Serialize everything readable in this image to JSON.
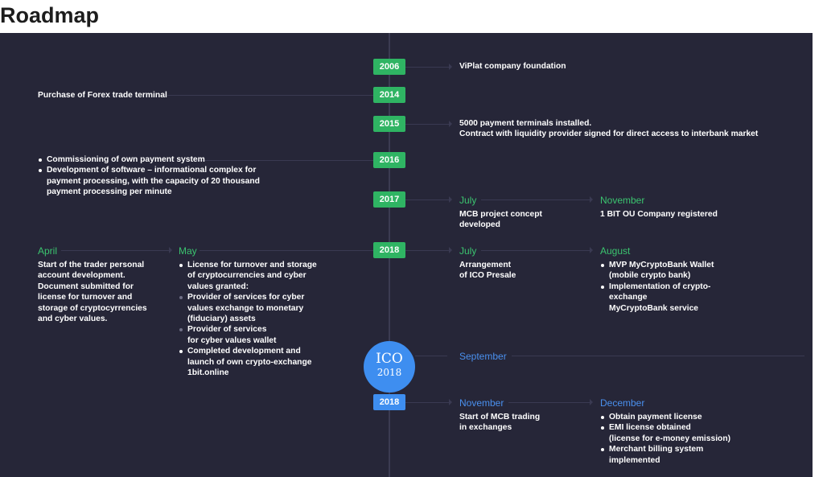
{
  "page_title": "Roadmap",
  "colors": {
    "panel": "#262638",
    "green": "#2fb463",
    "blue": "#3e8ef0"
  },
  "timeline": {
    "y2006": {
      "year": "2006",
      "right": "ViPlat company foundation"
    },
    "y2014": {
      "year": "2014",
      "left": "Purchase of Forex trade terminal"
    },
    "y2015": {
      "year": "2015",
      "right": [
        "5000 payment terminals installed.",
        "Contract with liquidity provider signed for direct access to interbank market"
      ]
    },
    "y2016": {
      "year": "2016",
      "left_items": [
        [
          "Commissioning of own payment system"
        ],
        [
          "Development of software – informational complex for",
          "payment processing, with the capacity of 20 thousand",
          "payment processing per minute"
        ]
      ]
    },
    "y2017": {
      "year": "2017",
      "july": {
        "month": "July",
        "lines": [
          "MCB project concept",
          "developed"
        ]
      },
      "november": {
        "month": "November",
        "lines": [
          "1 BIT OU Company registered"
        ]
      }
    },
    "y2018a": {
      "year": "2018",
      "april": {
        "month": "April",
        "lines": [
          "Start of the trader personal",
          "account development.",
          "Document submitted for",
          "license for turnover and",
          "storage of cryptocyrrencies",
          "and cyber values."
        ]
      },
      "may": {
        "month": "May",
        "items": [
          [
            "License for turnover and storage",
            "of cryptocurrencies and cyber",
            "values granted:"
          ],
          [
            "Provider of services for cyber",
            "values exchange to monetary",
            "(fiduciary) assets"
          ],
          [
            "Provider of services",
            "for cyber values wallet"
          ],
          [
            "Completed development and",
            "launch of own crypto-exchange",
            "1bit.online"
          ]
        ]
      },
      "july": {
        "month": "July",
        "lines": [
          "Arrangement",
          "of ICO Presale"
        ]
      },
      "august": {
        "month": "August",
        "items": [
          [
            "MVP MyCryptoBank Wallet",
            "(mobile crypto bank)"
          ],
          [
            "Implementation of crypto-",
            "exchange",
            "MyCryptoBank service"
          ]
        ]
      }
    },
    "ico": {
      "line1": "ICO",
      "line2": "2018",
      "month": "September"
    },
    "y2018b": {
      "year": "2018",
      "november": {
        "month": "November",
        "lines": [
          "Start of MCB trading",
          "in exchanges"
        ]
      },
      "december": {
        "month": "December",
        "items": [
          [
            "Obtain payment license"
          ],
          [
            "EMI license obtained",
            "(license for e-money emission)"
          ],
          [
            "Merchant billing system",
            "implemented"
          ]
        ]
      }
    }
  }
}
